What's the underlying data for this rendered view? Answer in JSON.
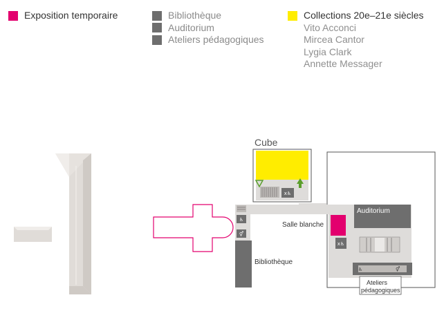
{
  "colors": {
    "temporary": "#e3006e",
    "services": "#6e6e6e",
    "collections": "#ffed00",
    "circulation": "#dedcda",
    "outline": "#555555",
    "level_digit": "#e0dcd8"
  },
  "legend": {
    "temporary": {
      "label": "Exposition temporaire"
    },
    "services": {
      "items": [
        "Bibliothèque",
        "Auditorium",
        "Ateliers pédagogiques"
      ]
    },
    "collections": {
      "title": "Collections 20e–21e siècles",
      "artists": [
        "Vito Acconci",
        "Mircea Cantor",
        "Lygia Clark",
        "Annette Messager"
      ]
    }
  },
  "level": {
    "number": "-1"
  },
  "map": {
    "cube": "Cube",
    "salle_blanche": "Salle blanche",
    "auditorium": "Auditorium",
    "bibliotheque": "Bibliothèque",
    "ateliers_line1": "Ateliers",
    "ateliers_line2": "pédagogiques"
  },
  "icons": [
    "elevator-icon",
    "accessible-icon",
    "restroom-icon",
    "stairs-icon",
    "arrow-up-icon",
    "arrow-down-icon"
  ]
}
